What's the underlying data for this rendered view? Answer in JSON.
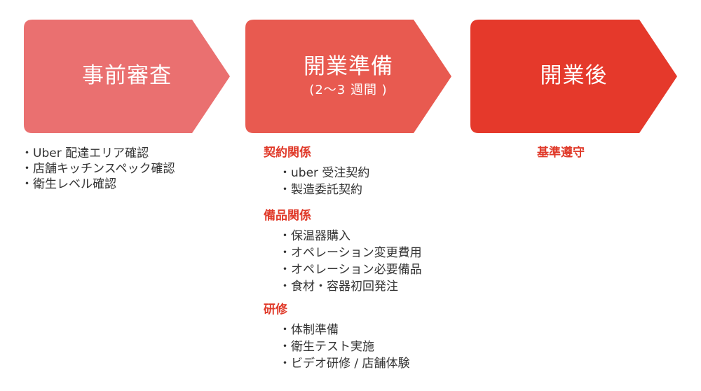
{
  "steps": [
    {
      "title": "事前審査",
      "subtitle": "",
      "color": "#ea7070"
    },
    {
      "title": "開業準備",
      "subtitle": "(2〜3 週間 )",
      "color": "#e85a50"
    },
    {
      "title": "開業後",
      "subtitle": "",
      "color": "#e5392b"
    }
  ],
  "step1": {
    "items": [
      "Uber 配達エリア確認",
      "店舗キッチンスペック確認",
      "衛生レベル確認"
    ]
  },
  "step2": {
    "sections": [
      {
        "title": "契約関係",
        "items": [
          "uber 受注契約",
          "製造委託契約"
        ]
      },
      {
        "title": "備品関係",
        "items": [
          "保温器購入",
          "オペレーション変更費用",
          "オペレーション必要備品",
          "食材・容器初回発注"
        ]
      },
      {
        "title": "研修",
        "items": [
          "体制準備",
          "衛生テスト実施",
          "ビデオ研修 / 店舗体験"
        ]
      }
    ]
  },
  "step3": {
    "title": "基準遵守"
  },
  "colors": {
    "accent": "#e03a2a",
    "text": "#333333"
  }
}
